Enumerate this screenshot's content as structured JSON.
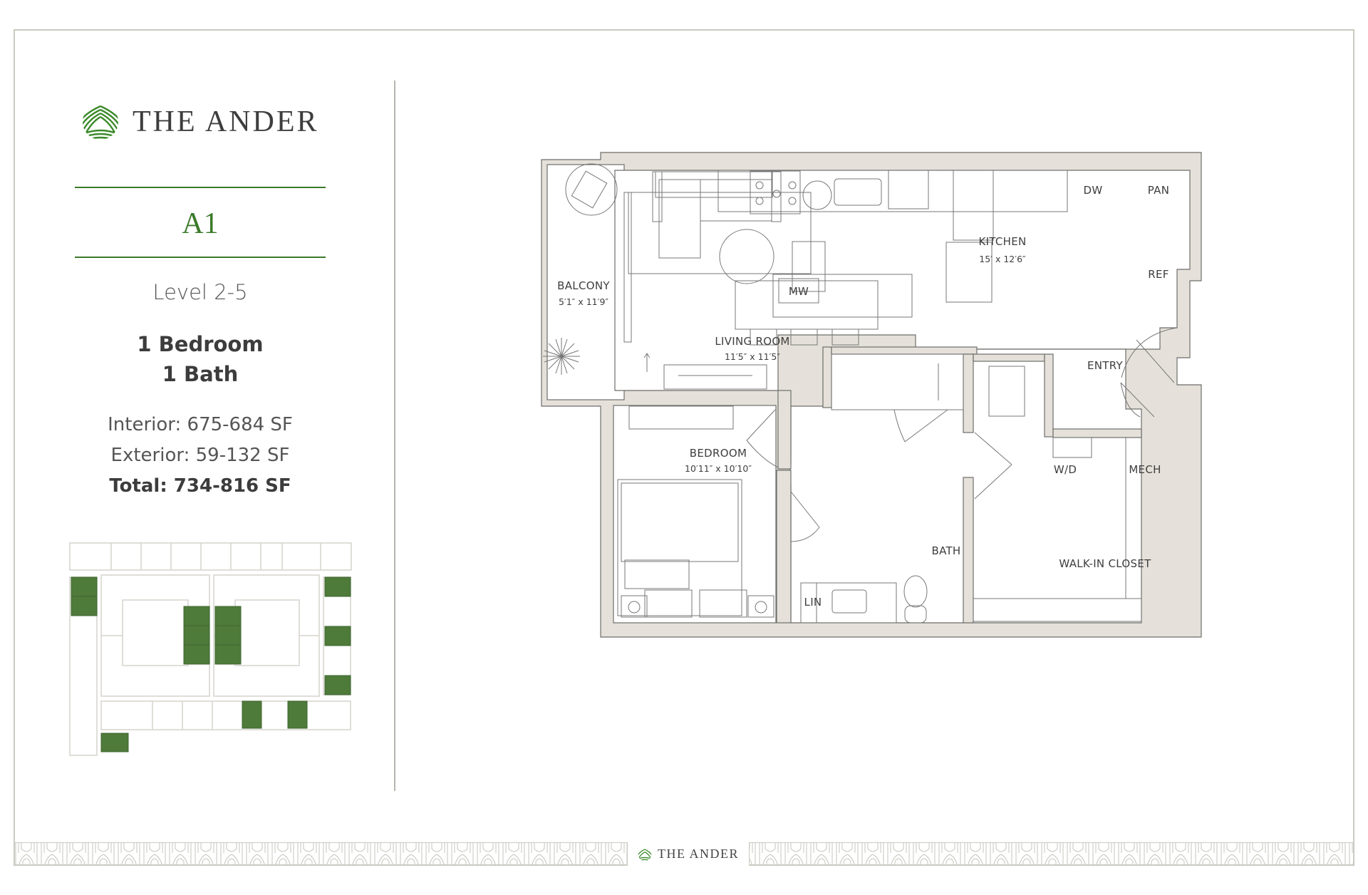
{
  "brand": {
    "name": "THE ANDER",
    "logo_icon": "ander-leaf-circle-icon",
    "accent_color": "#3b7a2a"
  },
  "unit": {
    "name": "A1",
    "level": "Level 2-5",
    "bedrooms": "1 Bedroom",
    "baths": "1 Bath",
    "interior": "Interior: 675-684 SF",
    "exterior": "Exterior: 59-132 SF",
    "total": "Total: 734-816 SF"
  },
  "floor_plan": {
    "wall_color": "#e5e1da",
    "rooms": [
      {
        "name": "BALCONY",
        "dims": "5′1″ x 11′9″"
      },
      {
        "name": "LIVING ROOM",
        "dims": "11′5″ x 11′5″"
      },
      {
        "name": "KITCHEN",
        "dims": "15′ x 12′6″"
      },
      {
        "name": "BEDROOM",
        "dims": "10′11″ x 10′10″"
      },
      {
        "name": "BATH",
        "dims": ""
      },
      {
        "name": "WALK-IN CLOSET",
        "dims": ""
      },
      {
        "name": "ENTRY",
        "dims": ""
      },
      {
        "name": "MECH",
        "dims": ""
      }
    ],
    "fixtures": {
      "dw": "DW",
      "pan": "PAN",
      "ref": "REF",
      "mw": "MW",
      "wd": "W/D",
      "lin": "LIN"
    }
  },
  "key_plan": {
    "highlight_color": "#4e7a3a",
    "outline_color": "#d6d3cc"
  },
  "footer": {
    "brand": "THE ANDER"
  }
}
